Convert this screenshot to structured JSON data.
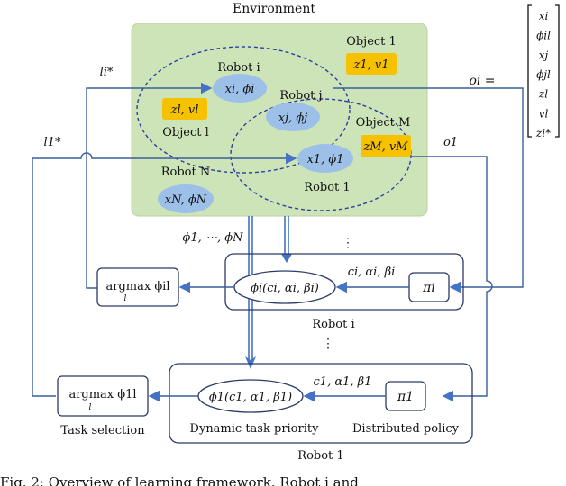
{
  "environment": {
    "title": "Environment",
    "robot_i": {
      "label": "Robot i",
      "state": "xi, ϕi"
    },
    "robot_j": {
      "label": "Robot j",
      "state": "xj, ϕj"
    },
    "robot_1": {
      "label": "Robot 1",
      "state": "x1, ϕ1"
    },
    "robot_n": {
      "label": "Robot N",
      "state": "xN, ϕN"
    },
    "object_1": {
      "label": "Object 1",
      "state": "z1, v1"
    },
    "object_l": {
      "label": "Object l",
      "state": "zl, vl"
    },
    "object_m": {
      "label": "Object M",
      "state": "zM, vM"
    }
  },
  "observation": {
    "label": "oi =",
    "vector": [
      "xi",
      "ϕil",
      "xj",
      "ϕjl",
      "zl",
      "vl",
      "zi*"
    ]
  },
  "signals": {
    "li_star": "li*",
    "l1_star": "l1*",
    "o1": "o1",
    "phi_all": "ϕ1, ⋯, ϕN",
    "params_i": "ci, αi, βi",
    "params_1": "c1, α1, β1",
    "vdots": "⋮"
  },
  "robot_i_module": {
    "label": "Robot i",
    "argmax": "argmax ϕil",
    "argmax_sub": "l",
    "priority": "ϕi(ci, αi, βi)",
    "policy": "πi"
  },
  "robot_1_module": {
    "label": "Robot 1",
    "argmax": "argmax ϕ1l",
    "argmax_sub": "l",
    "priority": "ϕ1(c1, α1, β1)",
    "policy": "π1",
    "caption_task": "Task selection",
    "caption_priority": "Dynamic task priority",
    "caption_policy": "Distributed policy"
  },
  "caption": "Fig. 2: Overview of learning framework. Robot i and",
  "colors": {
    "env_fill": "#cde3b8",
    "env_stroke": "#b9d2a2",
    "robot_fill": "#9cc0e8",
    "object_fill": "#f6c200",
    "arrow": "#4472c4",
    "line": "#3a5f9a",
    "dashed": "#2f3fa0"
  }
}
